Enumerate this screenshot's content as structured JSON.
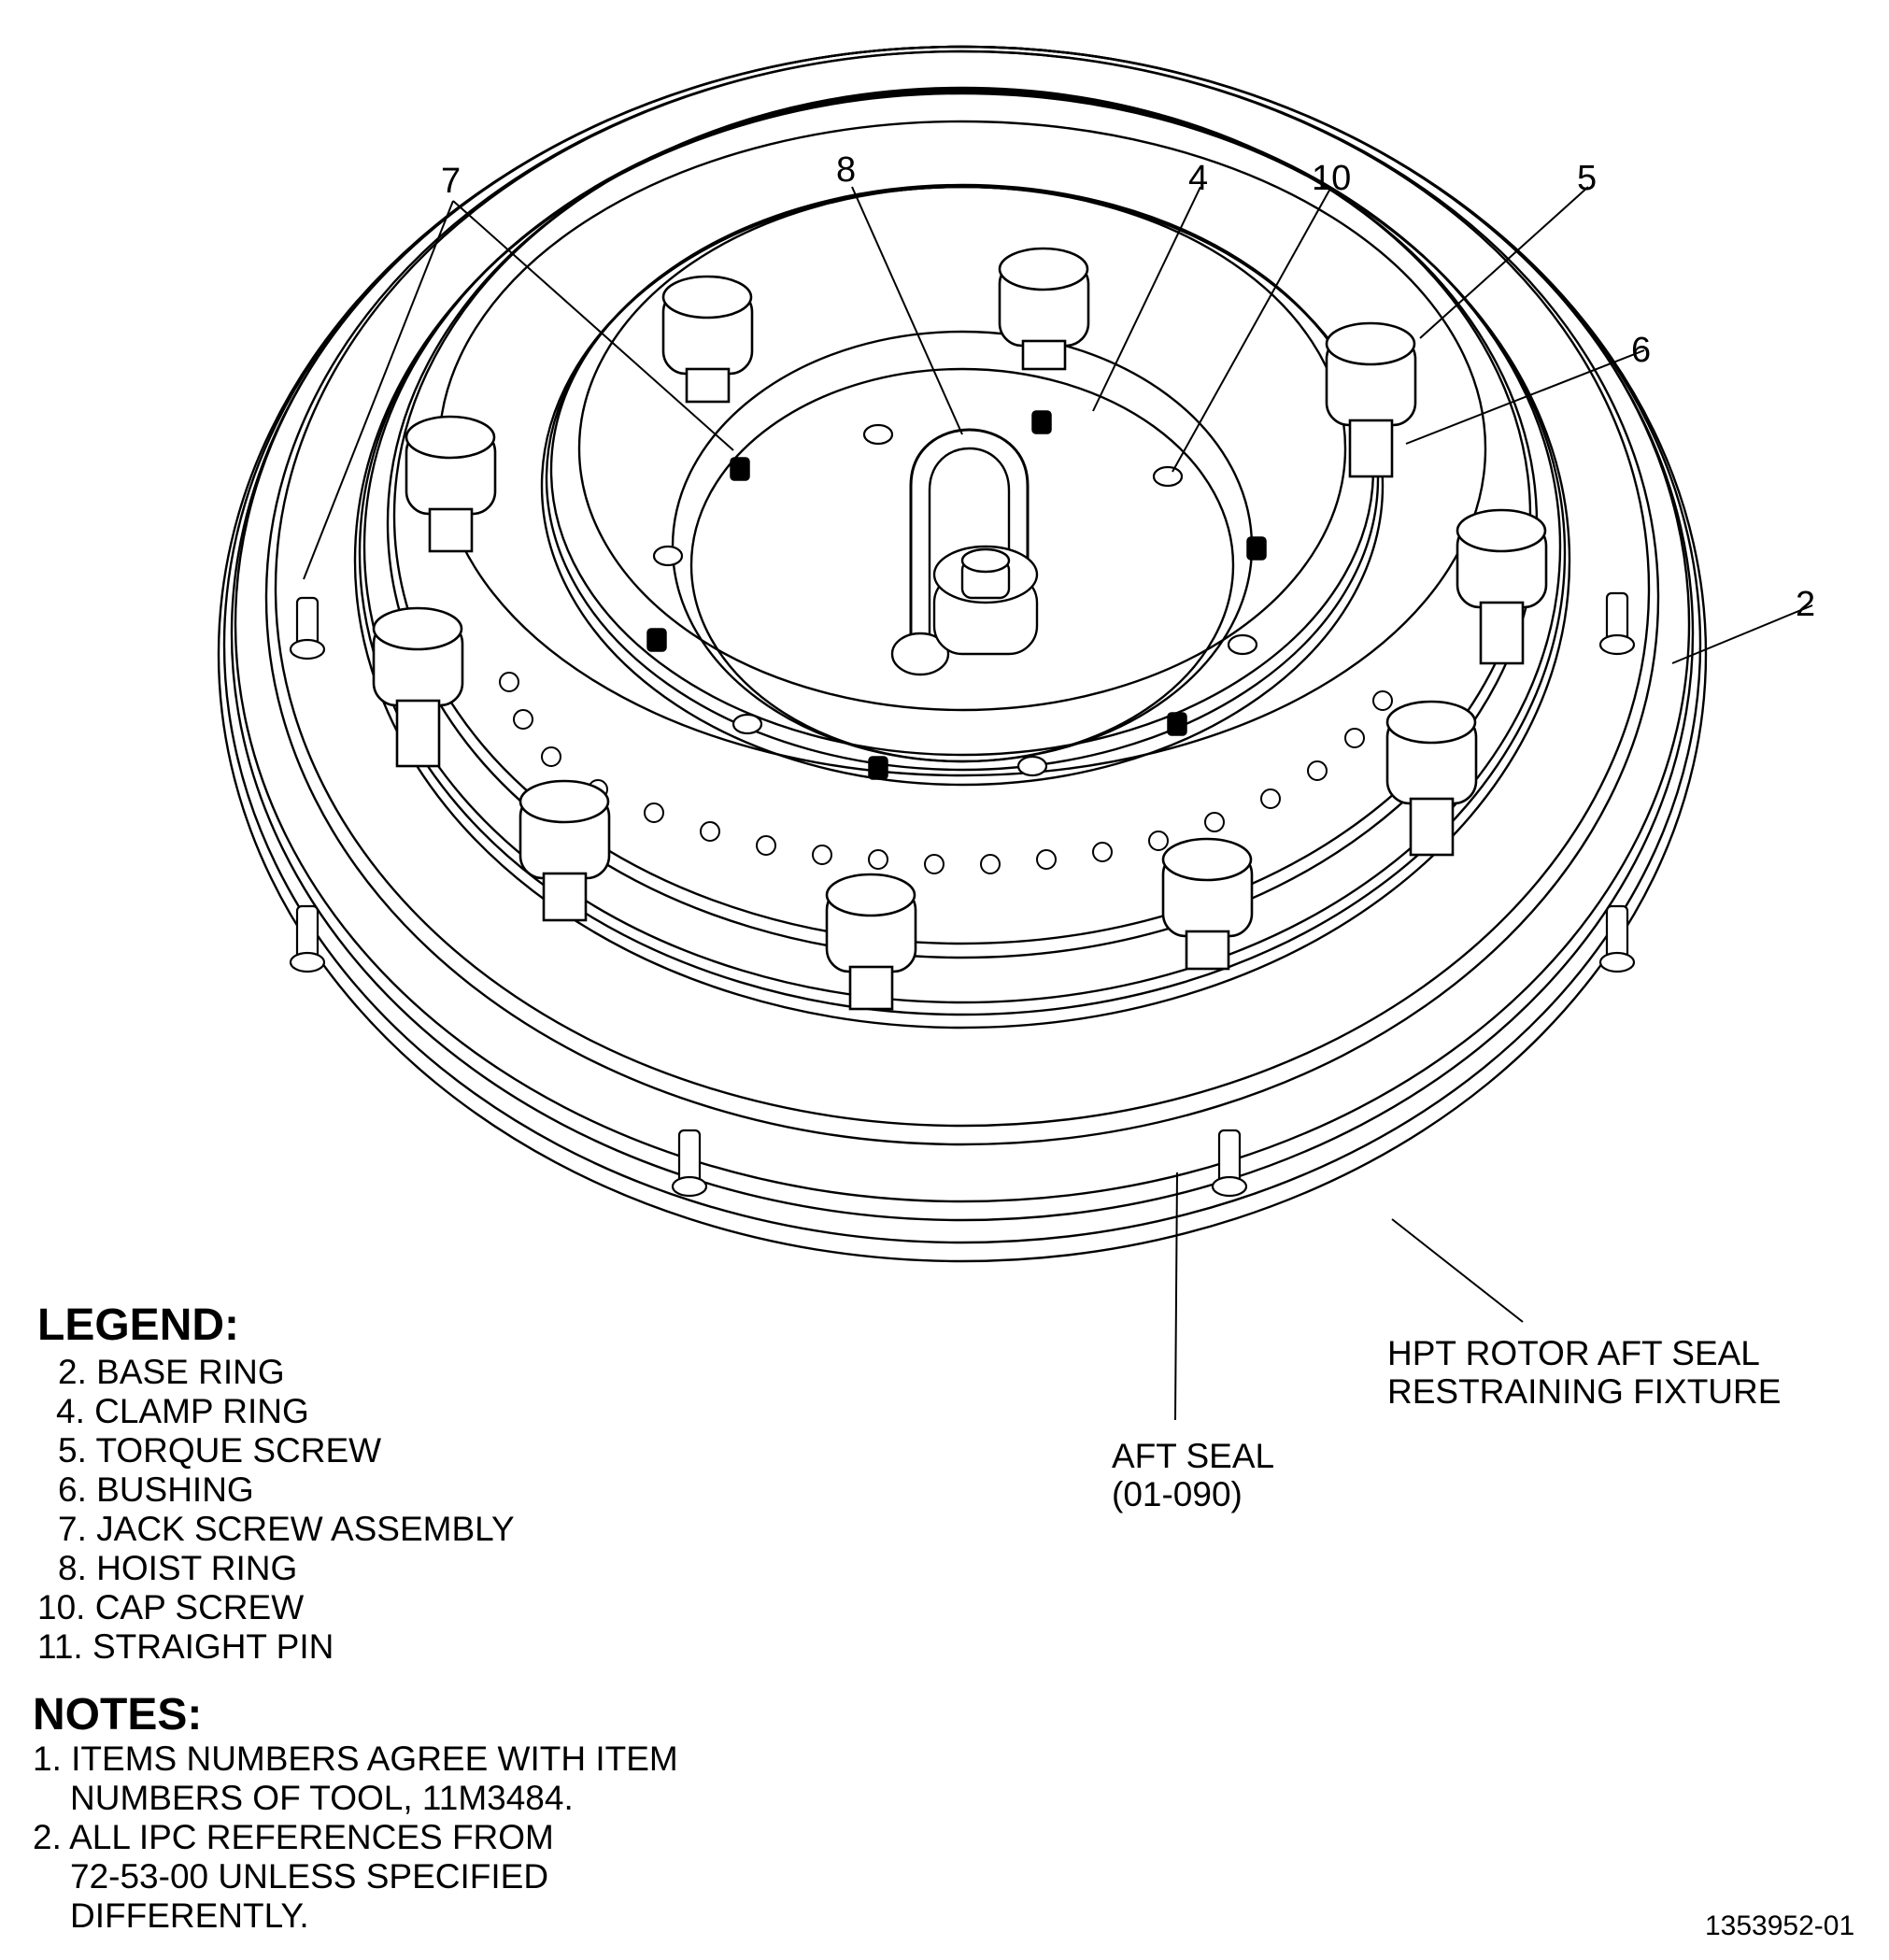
{
  "callouts": {
    "c7": "7",
    "c8": "8",
    "c4": "4",
    "c10": "10",
    "c5": "5",
    "c6": "6",
    "c2": "2"
  },
  "fixture_label": [
    "HPT ROTOR AFT SEAL",
    "RESTRAINING FIXTURE"
  ],
  "seal_label": [
    "AFT SEAL",
    "(01-090)"
  ],
  "legend": {
    "title": "LEGEND:",
    "items": [
      "2. BASE RING",
      "4. CLAMP RING",
      "5. TORQUE SCREW",
      "6. BUSHING",
      "7. JACK SCREW ASSEMBLY",
      "8. HOIST RING",
      "10. CAP SCREW",
      "11. STRAIGHT PIN"
    ]
  },
  "notes": {
    "title": "NOTES:",
    "lines": [
      "1. ITEMS NUMBERS AGREE WITH ITEM",
      "NUMBERS OF TOOL, 11M3484.",
      "2. ALL IPC REFERENCES FROM",
      "72-53-00 UNLESS SPECIFIED",
      "DIFFERENTLY."
    ]
  },
  "figure_id": "1353952-01"
}
